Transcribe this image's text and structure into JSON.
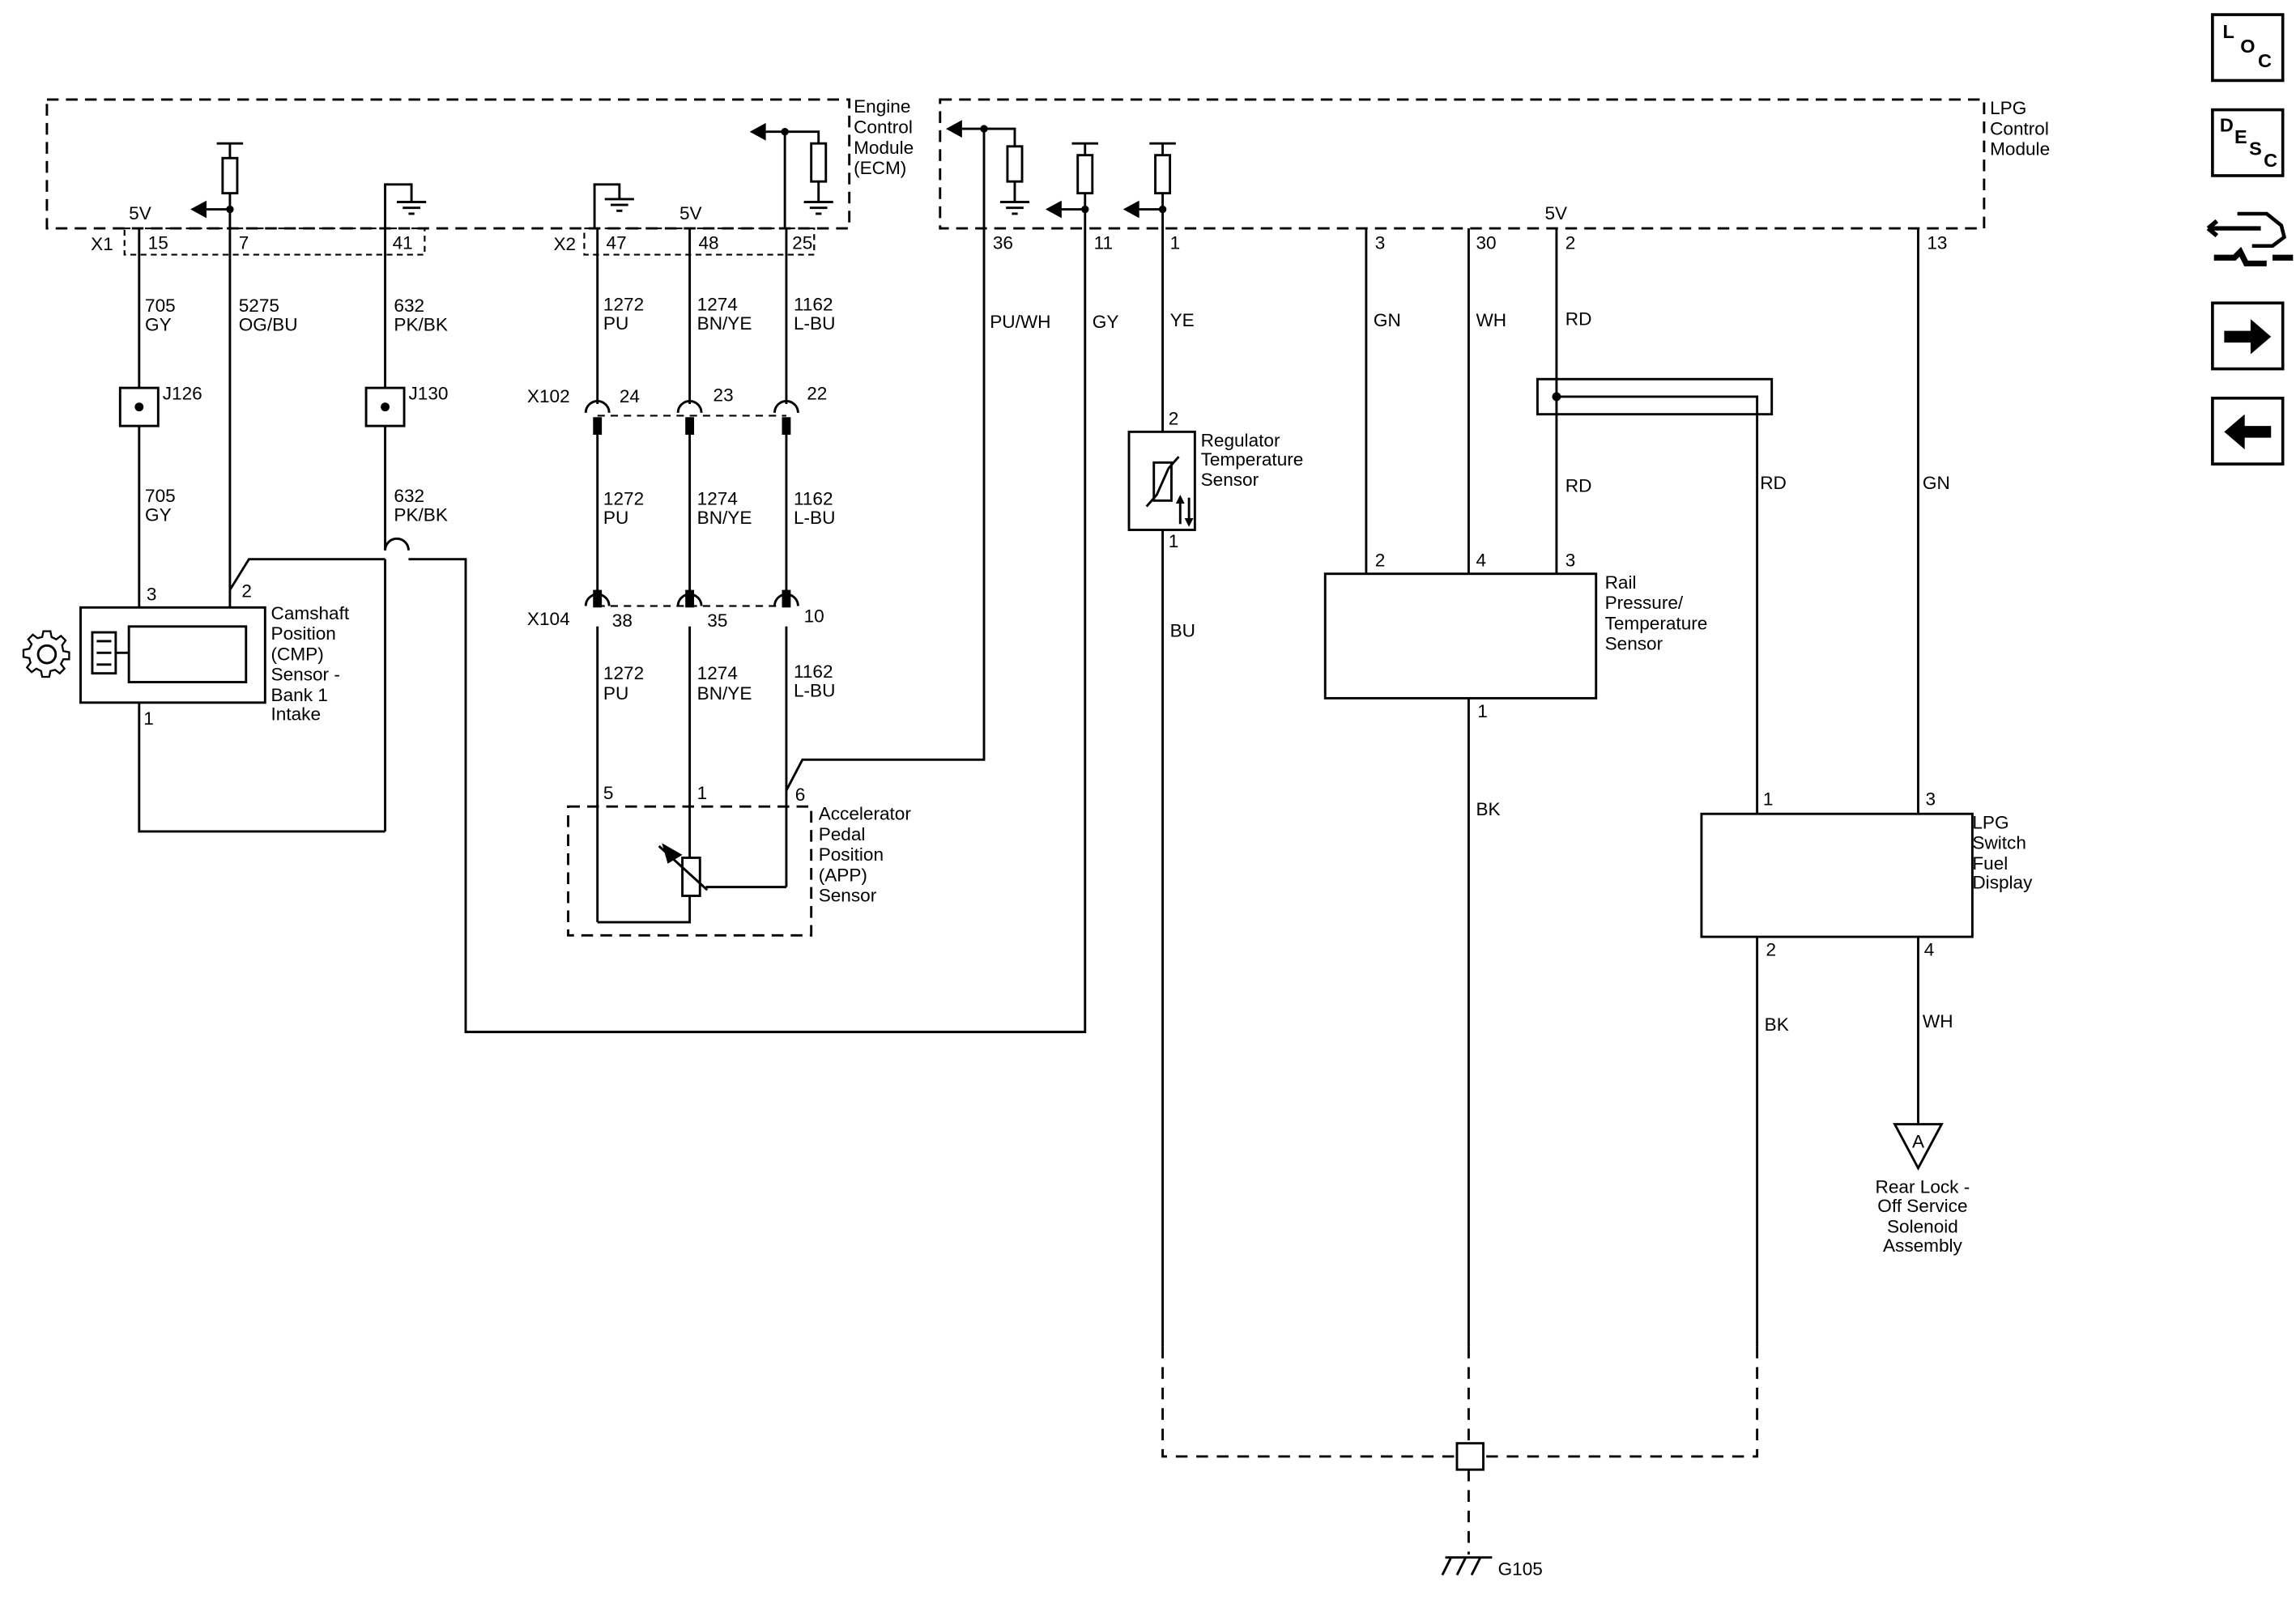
{
  "modules": {
    "ecm_label": [
      "Engine",
      "Control",
      "Module",
      "(ECM)"
    ],
    "lpg_label": [
      "LPG",
      "Control",
      "Module"
    ]
  },
  "connectors": {
    "x1": "X1",
    "x2": "X2",
    "x102": "X102",
    "x104": "X104"
  },
  "supply": {
    "ecm_x1_5v": "5V",
    "ecm_x2_5v": "5V",
    "lpg_5v": "5V"
  },
  "pins": {
    "ecm_15": "15",
    "ecm_7": "7",
    "ecm_41": "41",
    "ecm_47": "47",
    "ecm_48": "48",
    "ecm_25": "25",
    "lpg_36": "36",
    "lpg_11": "11",
    "lpg_1": "1",
    "lpg_3": "3",
    "lpg_30": "30",
    "lpg_2": "2",
    "lpg_13": "13",
    "x102_24": "24",
    "x102_23": "23",
    "x102_22": "22",
    "x104_38": "38",
    "x104_35": "35",
    "x104_10": "10",
    "cmp_3": "3",
    "cmp_2": "2",
    "cmp_1": "1",
    "app_5": "5",
    "app_1": "1",
    "app_6": "6",
    "reg_2": "2",
    "reg_1": "1",
    "rail_2": "2",
    "rail_4": "4",
    "rail_3": "3",
    "rail_1": "1",
    "disp_1": "1",
    "disp_3": "3",
    "disp_2": "2",
    "disp_4": "4"
  },
  "wires": {
    "w705_top": [
      "705",
      "GY"
    ],
    "w5275": [
      "5275",
      "OG/BU"
    ],
    "w632_top": [
      "632",
      "PK/BK"
    ],
    "w705_bot": [
      "705",
      "GY"
    ],
    "w632_bot": [
      "632",
      "PK/BK"
    ],
    "w1272_a": [
      "1272",
      "PU"
    ],
    "w1274_a": [
      "1274",
      "BN/YE"
    ],
    "w1162_a": [
      "1162",
      "L-BU"
    ],
    "w1272_b": [
      "1272",
      "PU"
    ],
    "w1274_b": [
      "1274",
      "BN/YE"
    ],
    "w1162_b": [
      "1162",
      "L-BU"
    ],
    "w1272_c": [
      "1272",
      "PU"
    ],
    "w1274_c": [
      "1274",
      "BN/YE"
    ],
    "w1162_c": [
      "1162",
      "L-BU"
    ],
    "pu_wh": "PU/WH",
    "gy": "GY",
    "ye": "YE",
    "bu": "BU",
    "gn_3": "GN",
    "wh_30": "WH",
    "rd_2_top": "RD",
    "rd_2_mid": "RD",
    "rd_disp": "RD",
    "gn_13": "GN",
    "bk_rail": "BK",
    "bk_disp": "BK",
    "wh_disp": "WH"
  },
  "splices": {
    "j126": "J126",
    "j130": "J130"
  },
  "components": {
    "cmp": [
      "Camshaft",
      "Position",
      "(CMP)",
      "Sensor -",
      "Bank 1",
      "Intake"
    ],
    "app": [
      "Accelerator",
      "Pedal",
      "Position",
      "(APP)",
      "Sensor"
    ],
    "regulator": [
      "Regulator",
      "Temperature",
      "Sensor"
    ],
    "rail": [
      "Rail",
      "Pressure/",
      "Temperature",
      "Sensor"
    ],
    "display": [
      "LPG",
      "Switch",
      "Fuel",
      "Display"
    ],
    "rear_lock": [
      "Rear Lock -",
      "Off Service",
      "Solenoid",
      "Assembly"
    ]
  },
  "ground": {
    "g105": "G105"
  },
  "offpage": {
    "a": "A"
  },
  "sidebar": {
    "loc": [
      "L",
      "O",
      "C"
    ],
    "desc": [
      "D",
      "E",
      "S",
      "C"
    ],
    "icons": [
      "connector-tool-icon",
      "arrow-right-icon",
      "arrow-left-icon"
    ]
  }
}
